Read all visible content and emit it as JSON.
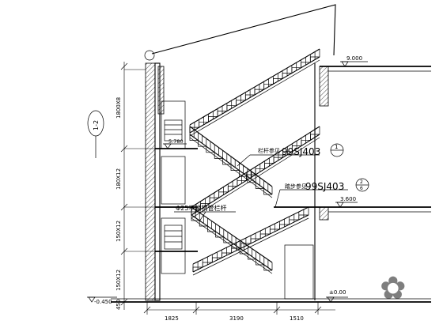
{
  "levels": {
    "top": "9.000",
    "mid_left": "5.780",
    "mid_right": "3.600",
    "ground_left": "-0.450",
    "ground_right": "±0.00"
  },
  "vertical_dims": [
    "1800X8",
    "180X12",
    "150X12",
    "150X12",
    "450"
  ],
  "horizontal_dims": [
    "1825",
    "3190",
    "1510"
  ],
  "notes": {
    "railing": "栏杆参见",
    "railing_ref": "99SJ403",
    "step": "踏步参见",
    "step_ref": "99SJ403",
    "handrail": "Φ25不锈钢管栏杆"
  },
  "axis_label": "1-2",
  "callouts": {
    "railing_detail": "1",
    "step_detail_top": "2",
    "step_detail_bottom": "6"
  },
  "watermark_glyph": "✿"
}
